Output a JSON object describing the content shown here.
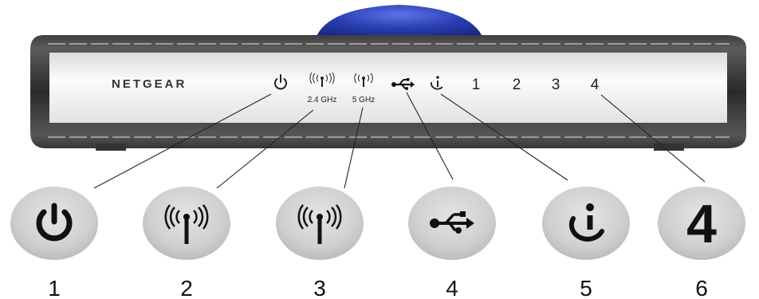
{
  "router": {
    "brand": "NETGEAR",
    "band_24_label": "2.4 GHz",
    "band_5_label": "5 GHz",
    "port_labels": [
      "1",
      "2",
      "3",
      "4"
    ],
    "icons": {
      "power": "power-icon",
      "wifi_24": "wireless-antenna-icon",
      "wifi_5": "wireless-antenna-icon",
      "usb": "usb-icon",
      "wps": "wps-info-icon"
    }
  },
  "callouts": {
    "badges": [
      {
        "number": "1",
        "icon": "power-icon"
      },
      {
        "number": "2",
        "icon": "wireless-antenna-icon"
      },
      {
        "number": "3",
        "icon": "wireless-antenna-icon"
      },
      {
        "number": "4",
        "icon": "usb-icon"
      },
      {
        "number": "5",
        "icon": "wps-info-icon"
      },
      {
        "number": "6",
        "icon": "port-4-glyph"
      }
    ],
    "badge_6_glyph": "4"
  },
  "colors": {
    "dome_blue": "#2a3fb4",
    "badge_gray": "#d2d2d2",
    "icon_black": "#111111"
  }
}
